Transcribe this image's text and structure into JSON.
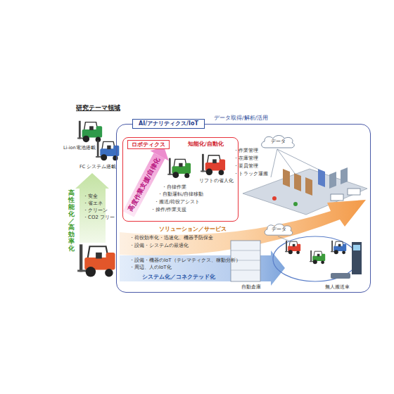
{
  "diagram": {
    "title": "研究テーマ領域",
    "nodes": [
      {
        "text": [
          "高性能化／高効率化",
          "・安全",
          "・省エネ",
          "・クリーン",
          "・CO2 フリー"
        ]
      },
      {
        "text": [
          "AI/アナリティクス/IoT",
          "データ取得/解析/活用"
        ]
      },
      {
        "text": [
          "ロボティクス",
          "知能化/自動化",
          "・自律作業",
          "・自動運転/自律移動",
          "・搬送/荷役アシスト",
          "・操作/作業支援"
        ],
        "in": 1
      },
      {
        "text": [
          "データ"
        ],
        "in": 1
      },
      {
        "text": [
          "ソリューション／サービス",
          "・荷役効率化・迅速化、機器予防保全",
          "・設備・システムの最適化"
        ],
        "in": 1
      },
      {
        "text": [
          "・設備・機器のIoT（テレマティクス、稼動分析）",
          "・周辺、人のIoT化",
          "システム化／コネクテッド化"
        ],
        "in": 1
      },
      {
        "text": [
          "データ"
        ],
        "in": 1
      }
    ],
    "labels": [
      "Li-ion電池搭載",
      "FC システム搭載",
      "高度作業支援/自律化",
      "リフトの省人化",
      "・作業管理",
      "・在庫管理",
      "・要員管理",
      "・トラック運搬",
      "自動倉庫",
      "無人搬送車"
    ]
  }
}
